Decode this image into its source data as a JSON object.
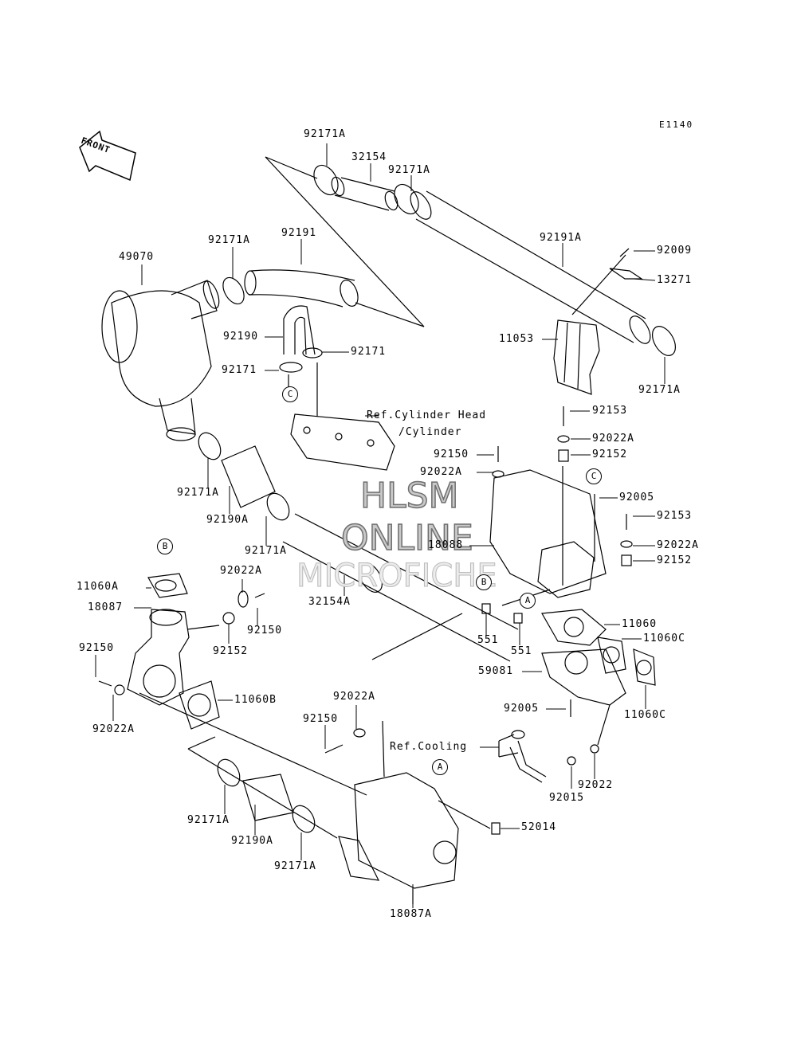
{
  "diagram_code": "E1140",
  "front_label": "FRONT",
  "watermark": {
    "line1": "HLSM",
    "line2": "ONLINE",
    "line3": "MICROFICHE"
  },
  "circle_markers": {
    "a": "A",
    "b": "B",
    "c": "C"
  },
  "parts": [
    "92171A",
    "32154",
    "92171A",
    "92191A",
    "92009",
    "13271",
    "11053",
    "92171A",
    "49070",
    "92171A",
    "92191",
    "92190",
    "92171",
    "92171",
    "92171A",
    "92190A",
    "92171A",
    "32154A",
    "Ref.Cylinder Head",
    "/Cylinder",
    "92153",
    "92022A",
    "92152",
    "92150",
    "92022A",
    "92005",
    "92153",
    "92022A",
    "92152",
    "18088",
    "11060A",
    "18087",
    "92022A",
    "92150",
    "92152",
    "551",
    "551",
    "11060",
    "11060C",
    "59081",
    "11060C",
    "92150",
    "92022A",
    "11060B",
    "92022A",
    "92150",
    "Ref.Cooling",
    "92005",
    "92015",
    "92022",
    "52014",
    "92171A",
    "92190A",
    "92171A",
    "18087A"
  ]
}
